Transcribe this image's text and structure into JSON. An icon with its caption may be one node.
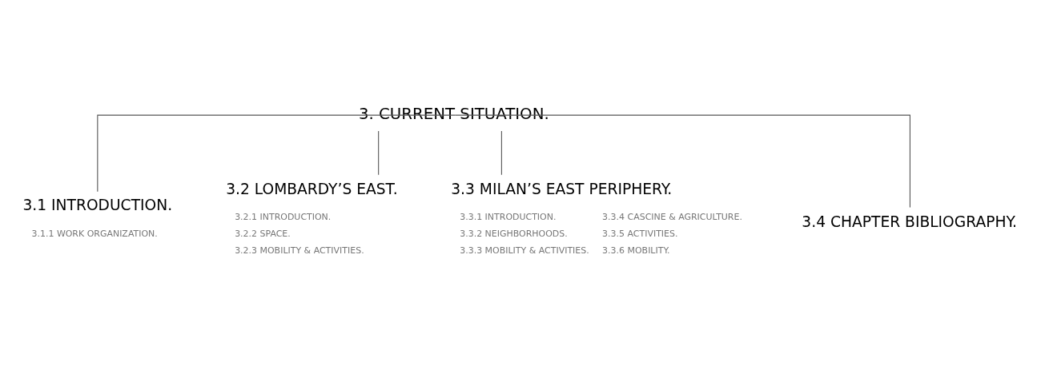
{
  "diagram": {
    "nodes": [
      {
        "text": [
          "3. CURRENT SITUATION."
        ]
      },
      {
        "text": [
          "3.1 INTRODUCTION."
        ],
        "beside": [
          "3.1.1 WORK ORGANIZATION."
        ]
      },
      {
        "text": [
          "3.2 LOMBARDY’S EAST."
        ],
        "beside": [
          "3.2.1 INTRODUCTION.",
          "3.2.2 SPACE.",
          "3.2.3 MOBILITY & ACTIVITIES."
        ]
      },
      {
        "text": [
          "3.3 MILAN’S EAST PERIPHERY."
        ],
        "beside": [
          "3.3.1 INTRODUCTION.",
          "3.3.2 NEIGHBORHOODS.",
          "3.3.3 MOBILITY & ACTIVITIES.",
          "3.3.4 CASCINE & AGRICULTURE.",
          "3.3.5 ACTIVITIES.",
          "3.3.6 MOBILITY."
        ]
      },
      {
        "text": [
          "3.4 CHAPTER BIBLIOGRAPHY."
        ]
      }
    ],
    "edges": [
      {
        "from": 0,
        "to": 1,
        "arrow": "none"
      },
      {
        "from": 0,
        "to": 2,
        "arrow": "none"
      },
      {
        "from": 0,
        "to": 3,
        "arrow": "none"
      },
      {
        "from": 0,
        "to": 4,
        "arrow": "none"
      }
    ]
  }
}
